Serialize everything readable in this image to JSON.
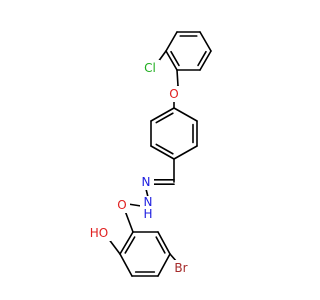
{
  "molecule": {
    "labels": {
      "chlorine": "Cl",
      "ether_oxygen": "O",
      "imine_nitrogen": "N",
      "hydrazide_nitrogen": "N",
      "hydrazide_hydrogen": "H",
      "carbonyl_oxygen": "O",
      "hydroxyl": "HO",
      "bromine": "Br"
    },
    "colors": {
      "bond": "#000000",
      "carbon": "#000000",
      "chlorine": "#1fae1f",
      "oxygen": "#e02020",
      "nitrogen": "#2020e0",
      "bromine": "#a52a2a"
    }
  }
}
